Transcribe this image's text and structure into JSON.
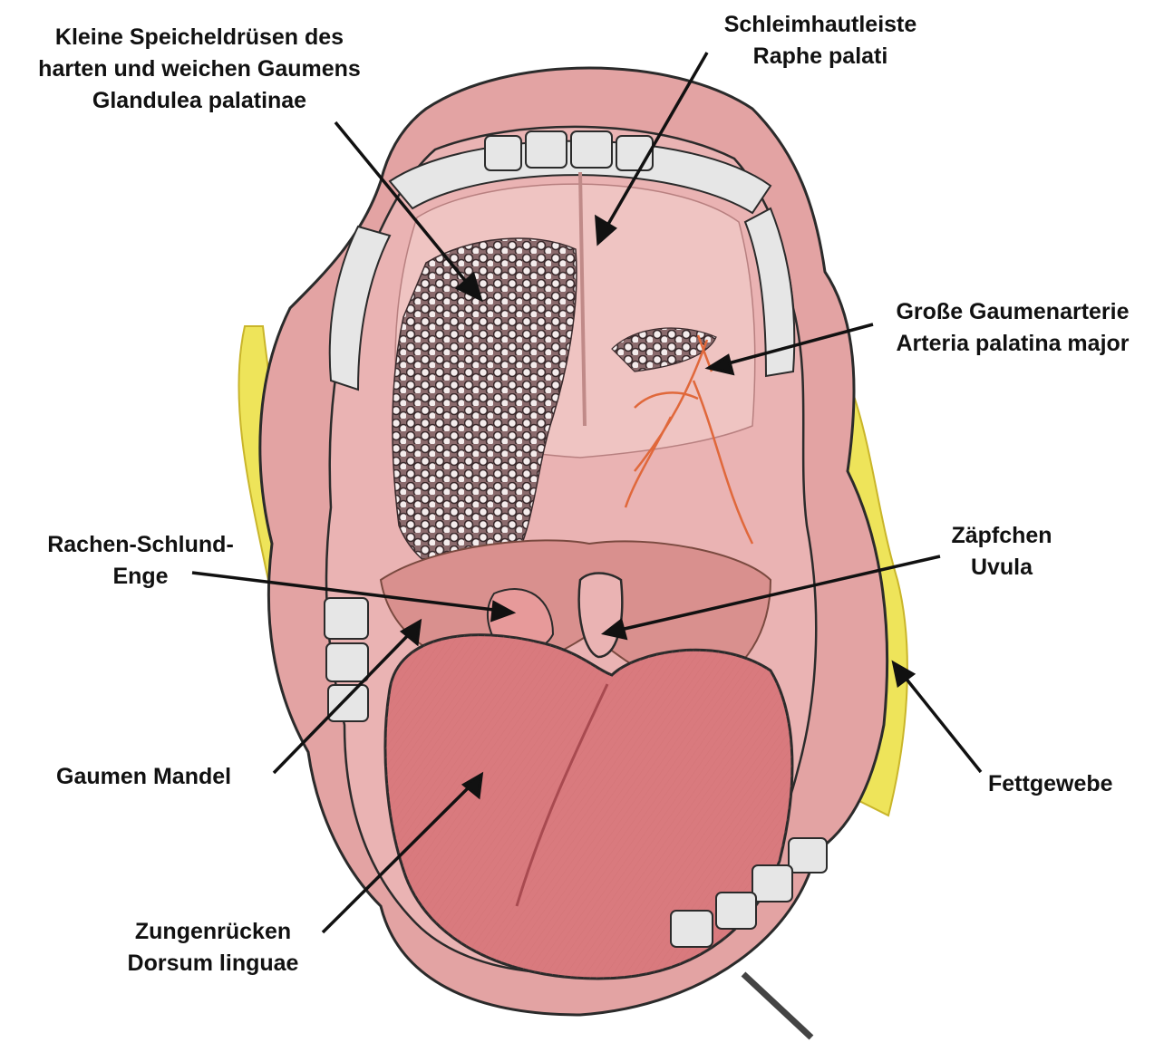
{
  "colors": {
    "lip": "#e3a3a3",
    "mucosa": "#eab3b3",
    "palate": "#efc4c2",
    "tongue": "#d97a7e",
    "tongue_shadow": "#c85e64",
    "fat": "#eee45a",
    "tooth": "#e6e6e6",
    "gland": "#6a4a4c",
    "artery": "#e0683b",
    "outline": "#2b2b2b"
  },
  "labels": {
    "glands": [
      "Kleine Speicheldrüsen des",
      "harten und weichen Gaumens",
      "Glandulea palatinae"
    ],
    "raphe": [
      "Schleimhautleiste",
      "Raphe palati"
    ],
    "artery": [
      "Große Gaumenarterie",
      "Arteria palatina major"
    ],
    "isthmus": [
      "Rachen-Schlund-",
      "Enge"
    ],
    "uvula": [
      "Zäpfchen",
      "Uvula"
    ],
    "tonsil": [
      "Gaumen Mandel"
    ],
    "fat": [
      "Fettgewebe"
    ],
    "tongue": [
      "Zungenrücken",
      "Dorsum linguae"
    ]
  }
}
